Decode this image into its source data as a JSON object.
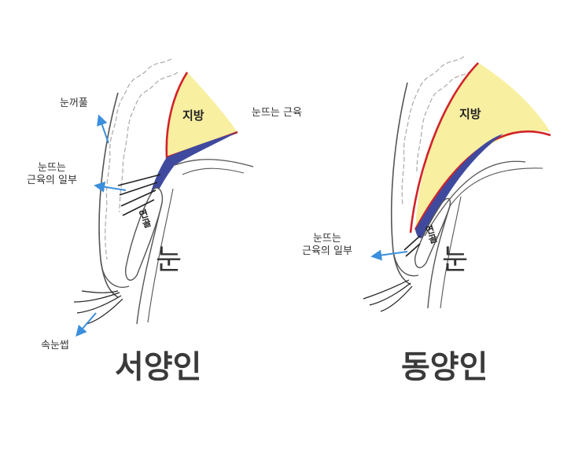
{
  "colors": {
    "fat_fill": "#f8efa0",
    "septum_red": "#d2232a",
    "muscle_blue": "#3f4a9e",
    "arrow_blue": "#3b8fdc",
    "line": "#555555"
  },
  "western": {
    "title": "서양인",
    "eye_label": "눈",
    "fat_label": "지방",
    "tarsus_label": "연골",
    "eyelid_skin": "눈꺼풀",
    "levator": "눈뜨는 근육",
    "levator_part": "눈뜨는\n근육의 일부",
    "eyelashes": "속눈썹"
  },
  "eastern": {
    "title": "동양인",
    "eye_label": "눈",
    "fat_label": "지방",
    "tarsus_label": "연골",
    "levator_part": "눈뜨는\n근육의 일부"
  }
}
